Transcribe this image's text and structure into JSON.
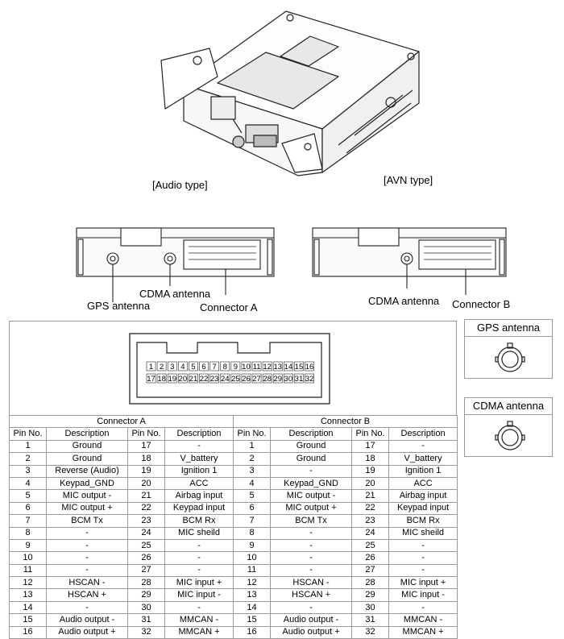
{
  "captions": {
    "audio_type": "[Audio type]",
    "avn_type": "[AVN type]"
  },
  "callouts": {
    "gps_antenna": "GPS antenna",
    "cdma_antenna_a": "CDMA antenna",
    "connector_a": "Connector A",
    "cdma_antenna_b": "CDMA antenna",
    "connector_b": "Connector B"
  },
  "side_boxes": {
    "gps_title": "GPS antenna",
    "cdma_title": "CDMA antenna"
  },
  "connector_face": {
    "top_row": [
      "1",
      "2",
      "3",
      "4",
      "5",
      "6",
      "7",
      "8",
      "9",
      "10",
      "11",
      "12",
      "13",
      "14",
      "15",
      "16"
    ],
    "bottom_row": [
      "17",
      "18",
      "19",
      "20",
      "21",
      "22",
      "23",
      "24",
      "25",
      "26",
      "27",
      "28",
      "29",
      "30",
      "31",
      "32"
    ]
  },
  "pin_table": {
    "group_a": "Connector A",
    "group_b": "Connector B",
    "headers": [
      "Pin No.",
      "Description",
      "Pin No.",
      "Description",
      "Pin No.",
      "Description",
      "Pin No.",
      "Description"
    ],
    "rows": [
      [
        "1",
        "Ground",
        "17",
        "-",
        "1",
        "Ground",
        "17",
        "-"
      ],
      [
        "2",
        "Ground",
        "18",
        "V_battery",
        "2",
        "Ground",
        "18",
        "V_battery"
      ],
      [
        "3",
        "Reverse (Audio)",
        "19",
        "Ignition 1",
        "3",
        "-",
        "19",
        "Ignition 1"
      ],
      [
        "4",
        "Keypad_GND",
        "20",
        "ACC",
        "4",
        "Keypad_GND",
        "20",
        "ACC"
      ],
      [
        "5",
        "MIC output -",
        "21",
        "Airbag input",
        "5",
        "MIC output -",
        "21",
        "Airbag input"
      ],
      [
        "6",
        "MIC output +",
        "22",
        "Keypad input",
        "6",
        "MIC output +",
        "22",
        "Keypad input"
      ],
      [
        "7",
        "BCM Tx",
        "23",
        "BCM Rx",
        "7",
        "BCM Tx",
        "23",
        "BCM Rx"
      ],
      [
        "8",
        "-",
        "24",
        "MIC sheild",
        "8",
        "-",
        "24",
        "MIC sheild"
      ],
      [
        "9",
        "-",
        "25",
        "-",
        "9",
        "-",
        "25",
        "-"
      ],
      [
        "10",
        "-",
        "26",
        "-",
        "10",
        "-",
        "26",
        "-"
      ],
      [
        "11",
        "-",
        "27",
        "-",
        "11",
        "-",
        "27",
        "-"
      ],
      [
        "12",
        "HSCAN -",
        "28",
        "MIC input +",
        "12",
        "HSCAN -",
        "28",
        "MIC input +"
      ],
      [
        "13",
        "HSCAN +",
        "29",
        "MIC input -",
        "13",
        "HSCAN +",
        "29",
        "MIC input -"
      ],
      [
        "14",
        "-",
        "30",
        "-",
        "14",
        "-",
        "30",
        "-"
      ],
      [
        "15",
        "Audio output -",
        "31",
        "MMCAN -",
        "15",
        "Audio output -",
        "31",
        "MMCAN -"
      ],
      [
        "16",
        "Audio output +",
        "32",
        "MMCAN +",
        "16",
        "Audio output +",
        "32",
        "MMCAN +"
      ]
    ]
  }
}
